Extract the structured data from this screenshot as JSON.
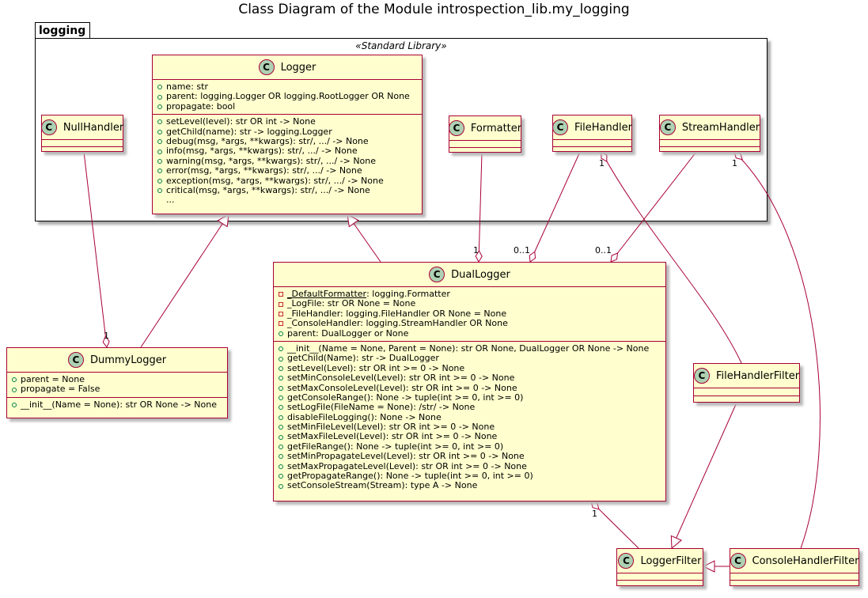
{
  "title": "Class Diagram of the Module introspection_lib.my_logging",
  "package": {
    "name": "logging",
    "stereotype": "«Standard Library»"
  },
  "classes": {
    "logger": {
      "name": "Logger",
      "attributes": [
        {
          "vis": "+",
          "text": "name: str"
        },
        {
          "vis": "+",
          "text": "parent: logging.Logger OR logging.RootLogger OR None"
        },
        {
          "vis": "+",
          "text": "propagate: bool"
        }
      ],
      "methods": [
        {
          "vis": "+",
          "text": "setLevel(level): str OR int -> None"
        },
        {
          "vis": "+",
          "text": "getChild(name): str -> logging.Logger"
        },
        {
          "vis": "+",
          "text": "debug(msg, *args, **kwargs): str/, .../ -> None"
        },
        {
          "vis": "+",
          "text": "info(msg, *args, **kwargs): str/, .../ -> None"
        },
        {
          "vis": "+",
          "text": "warning(msg, *args, **kwargs): str/, .../ -> None"
        },
        {
          "vis": "+",
          "text": "error(msg, *args, **kwargs): str/, .../ -> None"
        },
        {
          "vis": "+",
          "text": "exception(msg, *args, **kwargs): str/, .../ -> None"
        },
        {
          "vis": "+",
          "text": "critical(msg, *args, **kwargs): str/, .../ -> None"
        },
        {
          "vis": "",
          "text": "..."
        }
      ]
    },
    "null_handler": {
      "name": "NullHandler"
    },
    "formatter": {
      "name": "Formatter"
    },
    "file_handler": {
      "name": "FileHandler"
    },
    "stream_handler": {
      "name": "StreamHandler"
    },
    "dual_logger": {
      "name": "DualLogger",
      "attributes": [
        {
          "vis": "-",
          "static": "_DefaultFormatter",
          "text": ": logging.Formatter"
        },
        {
          "vis": "-",
          "text": "_LogFile: str OR None = None"
        },
        {
          "vis": "-",
          "text": "_FileHandler: logging.FileHandler OR None = None"
        },
        {
          "vis": "-",
          "text": "_ConsoleHandler: logging.StreamHandler OR None"
        },
        {
          "vis": "+",
          "text": "parent: DualLogger or None"
        }
      ],
      "methods": [
        {
          "vis": "+",
          "text": "__init__(Name = None, Parent = None): str OR None, DualLogger OR None -> None"
        },
        {
          "vis": "+",
          "text": "getChild(Name): str -> DualLogger"
        },
        {
          "vis": "+",
          "text": "setLevel(Level): str OR int >= 0 -> None"
        },
        {
          "vis": "+",
          "text": "setMinConsoleLevel(Level): str OR int >= 0 -> None"
        },
        {
          "vis": "+",
          "text": "setMaxConsoleLevel(Level): str OR int >= 0 -> None"
        },
        {
          "vis": "+",
          "text": "getConsoleRange(): None -> tuple(int >= 0, int >= 0)"
        },
        {
          "vis": "+",
          "text": "setLogFile(FileName = None): /str/ -> None"
        },
        {
          "vis": "+",
          "text": "disableFileLogging(): None -> None"
        },
        {
          "vis": "+",
          "text": "setMinFileLevel(Level): str OR int >= 0 -> None"
        },
        {
          "vis": "+",
          "text": "setMaxFileLevel(Level): str OR int >= 0 -> None"
        },
        {
          "vis": "+",
          "text": "getFileRange(): None -> tuple(int >= 0, int >= 0)"
        },
        {
          "vis": "+",
          "text": "setMinPropagateLevel(Level): str OR int >= 0 -> None"
        },
        {
          "vis": "+",
          "text": "setMaxPropagateLevel(Level): str OR int >= 0 -> None"
        },
        {
          "vis": "+",
          "text": "getPropagateRange(): None -> tuple(int >= 0, int >= 0)"
        },
        {
          "vis": "+",
          "text": "setConsoleStream(Stream): type A -> None"
        }
      ]
    },
    "dummy_logger": {
      "name": "DummyLogger",
      "attributes": [
        {
          "vis": "+",
          "text": "parent = None"
        },
        {
          "vis": "+",
          "text": "propagate = False"
        }
      ],
      "methods": [
        {
          "vis": "+",
          "text": "__init__(Name = None): str OR None -> None"
        }
      ]
    },
    "file_handler_filter": {
      "name": "FileHandlerFilter"
    },
    "logger_filter": {
      "name": "LoggerFilter"
    },
    "console_handler_filter": {
      "name": "ConsoleHandlerFilter"
    }
  },
  "multiplicities": {
    "formatter_dual": "1",
    "filehandler_dual": "0..1",
    "streamhandler_dual": "0..1",
    "filehandler_filter": "1",
    "streamhandler_filter": "1",
    "null_dummy": "1",
    "dual_loggerfilter": "1"
  },
  "colors": {
    "class_fill": "#fefece",
    "class_border": "#a80036",
    "class_icon": "#add1b2",
    "edge": "#a80036"
  }
}
